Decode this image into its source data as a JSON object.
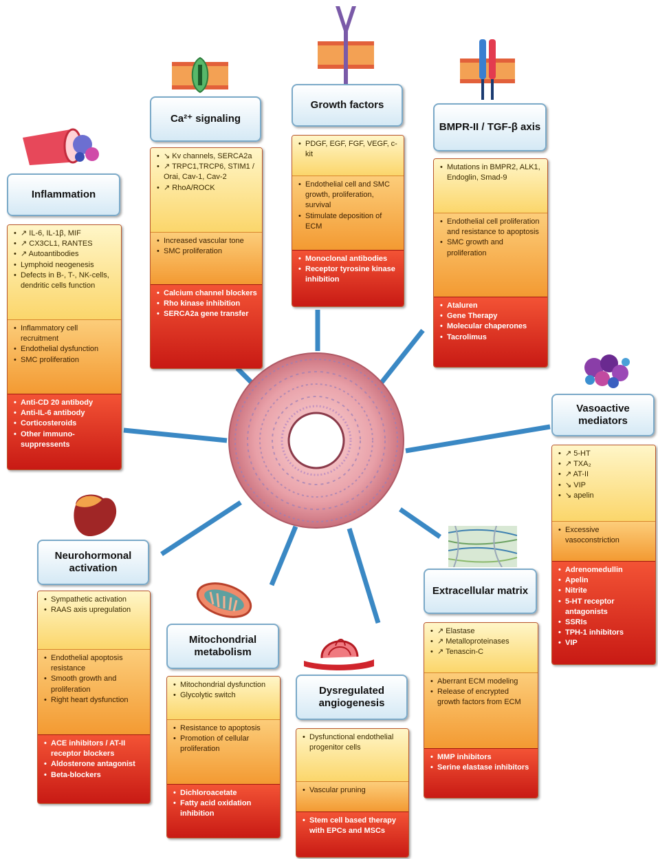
{
  "colors": {
    "title_border": "#7aa9c8",
    "title_fill": "#d5e9f5",
    "yellow": "#fbd66b",
    "orange": "#f39a32",
    "red": "#c81a14",
    "spoke": "#3a88c4",
    "vessel": "#e8a0a8"
  },
  "icons": {
    "inflammation": "artery-immune-cells-icon",
    "ca": "calcium-channel-icon",
    "gf": "growth-factor-receptor-icon",
    "bmpr": "bmpr-receptor-icon",
    "vaso": "molecule-cluster-icon",
    "ecm": "fiber-matrix-icon",
    "angio": "vessel-network-icon",
    "mito": "mitochondrion-icon",
    "neuro": "heart-icon"
  },
  "categories": {
    "inflammation": {
      "title": "Inflammation",
      "s1": [
        "↗ IL-6, IL-1β, MIF",
        "↗ CX3CL1, RANTES",
        "↗ Autoantibodies",
        "Lymphoid neogenesis",
        "Defects in B-, T-, NK-cells, dendritic cells function"
      ],
      "s2": [
        "Inflammatory cell recruitment",
        "Endothelial dysfunction",
        "SMC proliferation"
      ],
      "s3": [
        "Anti-CD 20 antibody",
        "Anti-IL-6 antibody",
        "Corticosteroids",
        "Other immuno-suppressents"
      ]
    },
    "ca": {
      "title": "Ca²⁺ signaling",
      "s1": [
        "↘ Kv channels, SERCA2a",
        "↗ TRPC1,TRCP6, STIM1 / Orai, Cav-1, Cav-2",
        "↗ RhoA/ROCK"
      ],
      "s2": [
        "Increased vascular tone",
        "SMC proliferation"
      ],
      "s3": [
        "Calcium channel blockers",
        "Rho kinase inhibition",
        "SERCA2a gene transfer"
      ]
    },
    "gf": {
      "title": "Growth factors",
      "s1": [
        "PDGF, EGF, FGF, VEGF, c-kit"
      ],
      "s2": [
        "Endothelial cell and SMC growth, proliferation, survival",
        "Stimulate deposition of ECM"
      ],
      "s3": [
        "Monoclonal antibodies",
        "Receptor tyrosine kinase inhibition"
      ]
    },
    "bmpr": {
      "title": "BMPR-II / TGF-β axis",
      "s1": [
        "Mutations in BMPR2, ALK1, Endoglin, Smad-9"
      ],
      "s2": [
        "Endothelial cell proliferation and resistance to apoptosis",
        "SMC growth and proliferation"
      ],
      "s3": [
        "Ataluren",
        "Gene Therapy",
        "Molecular chaperones",
        "Tacrolimus"
      ]
    },
    "vaso": {
      "title": "Vasoactive mediators",
      "s1": [
        "↗ 5-HT",
        "↗ TXA₂",
        "↗ AT-II",
        "↘ VIP",
        "↘ apelin"
      ],
      "s2": [
        "Excessive vasoconstriction"
      ],
      "s3": [
        "Adrenomedullin",
        "Apelin",
        "Nitrite",
        "5-HT receptor antagonists",
        "SSRIs",
        "TPH-1 inhibitors",
        "VIP"
      ]
    },
    "ecm": {
      "title": "Extracellular matrix",
      "s1": [
        "↗ Elastase",
        "↗ Metalloproteinases",
        "↗ Tenascin-C"
      ],
      "s2": [
        "Aberrant ECM modeling",
        "Release of encrypted growth factors from ECM"
      ],
      "s3": [
        "MMP inhibitors",
        "Serine elastase inhibitors"
      ]
    },
    "angio": {
      "title": "Dysregulated angiogenesis",
      "s1": [
        "Dysfunctional endothelial progenitor cells"
      ],
      "s2": [
        "Vascular pruning"
      ],
      "s3": [
        "Stem cell based therapy with EPCs and MSCs"
      ]
    },
    "mito": {
      "title": "Mitochondrial metabolism",
      "s1": [
        "Mitochondrial dysfunction",
        "Glycolytic switch"
      ],
      "s2": [
        "Resistance to apoptosis",
        "Promotion of cellular proliferation"
      ],
      "s3": [
        "Dichloroacetate",
        "Fatty acid oxidation inhibition"
      ]
    },
    "neuro": {
      "title": "Neurohormonal activation",
      "s1": [
        "Sympathetic activation",
        "RAAS axis upregulation"
      ],
      "s2": [
        "Endothelial apoptosis resistance",
        "Smooth growth and proliferation",
        "Right heart dysfunction"
      ],
      "s3": [
        "ACE inhibitors / AT-II receptor blockers",
        "Aldosterone antagonist",
        "Beta-blockers"
      ]
    }
  }
}
